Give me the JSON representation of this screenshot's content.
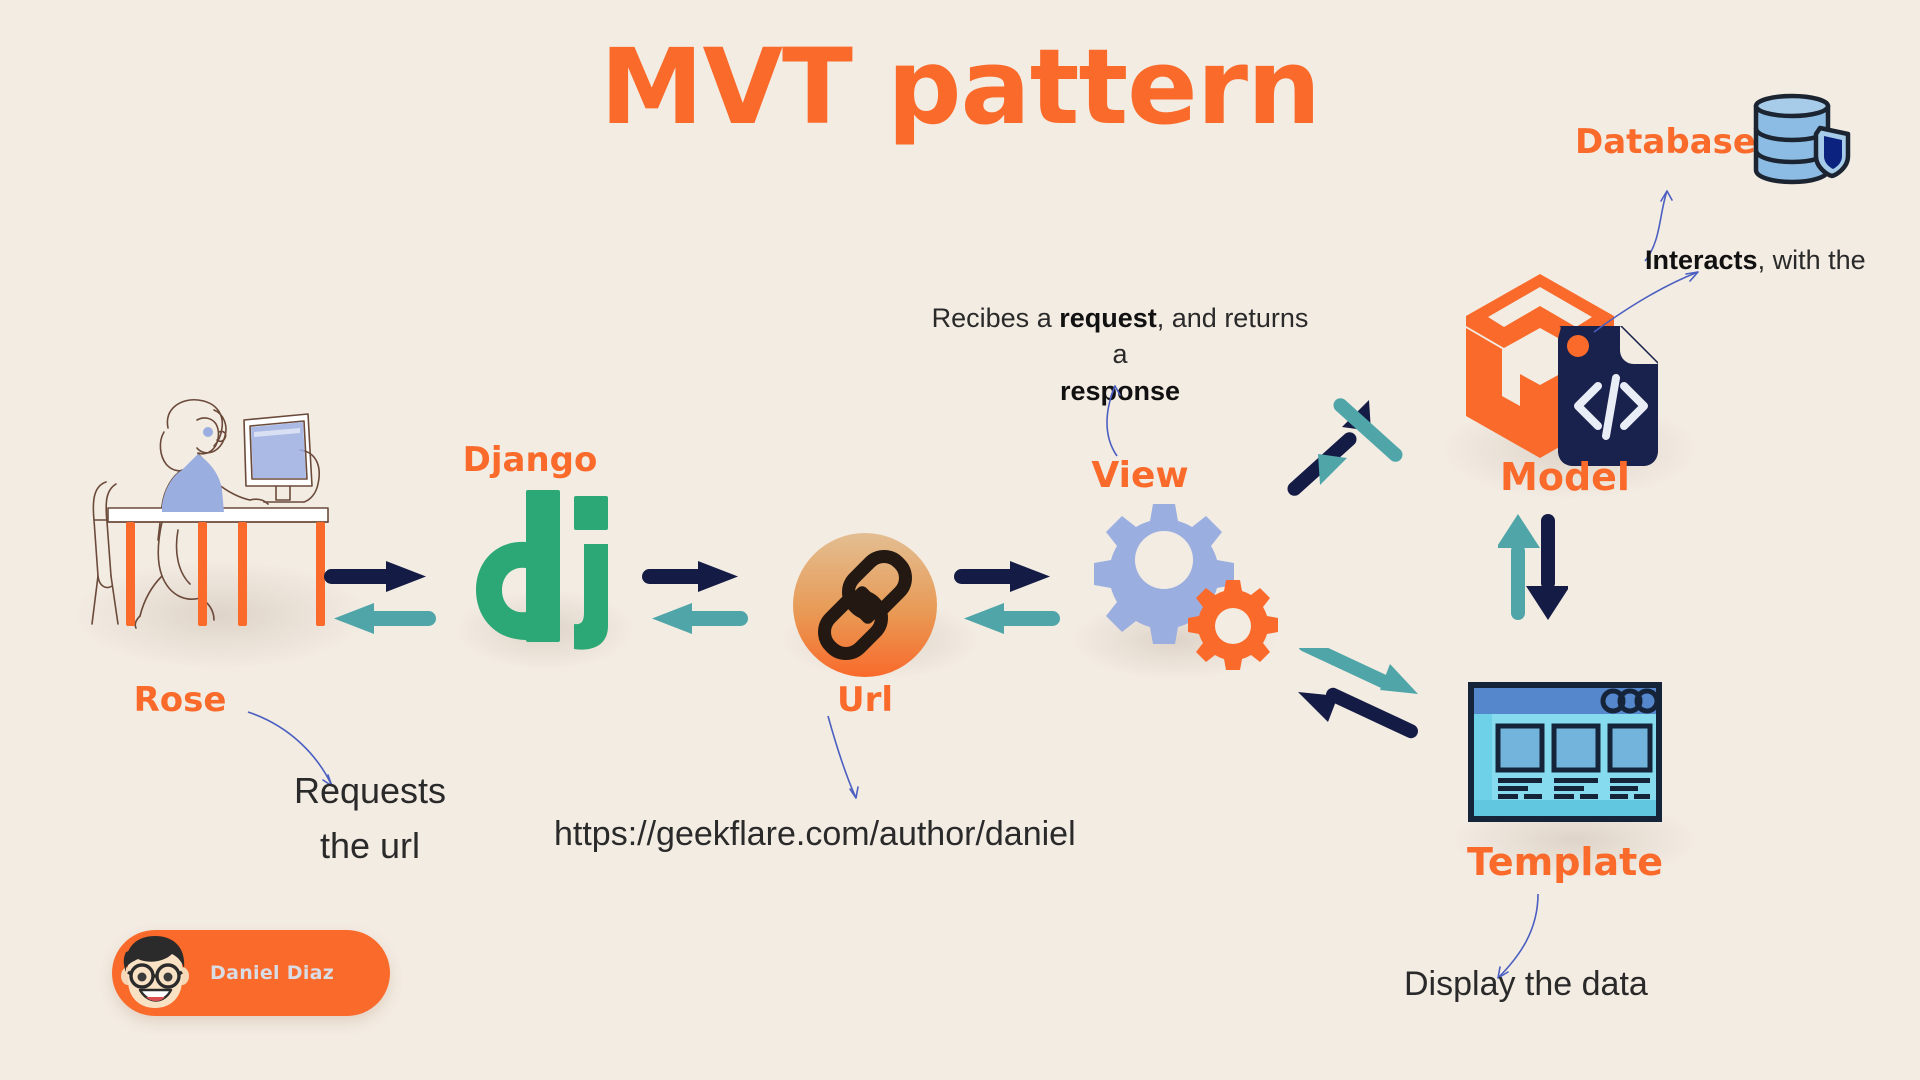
{
  "page": {
    "title": "MVT pattern",
    "background_color": "#F3ECE3",
    "accent_color": "#F96A2B",
    "navy_color": "#141B44",
    "teal_color": "#4FA5A8",
    "django_green": "#2BA876",
    "periwinkle": "#9BAEE0",
    "db_blue": "#8CBCE3",
    "template_cyan": "#6ED3E8"
  },
  "nodes": {
    "user": {
      "label": "Rose",
      "icon": "person-at-desk-icon"
    },
    "django": {
      "label": "Django",
      "icon": "django-logo-icon"
    },
    "url": {
      "label": "Url",
      "icon": "chain-link-icon"
    },
    "view": {
      "label": "View",
      "icon": "gears-icon"
    },
    "model": {
      "label": "Model",
      "icon": "cube-code-file-icon"
    },
    "template": {
      "label": "Template",
      "icon": "browser-window-icon"
    },
    "database": {
      "label": "Database",
      "icon": "database-shield-icon"
    }
  },
  "annotations": {
    "user_note_line1": "Requests",
    "user_note_line2": "the url",
    "url_value": "https://geekflare.com/author/daniel",
    "view_note_prefix": "Recibes a ",
    "view_note_bold1": "request",
    "view_note_middle": ", and returns a",
    "view_note_bold2": "response",
    "database_note_bold": "Interacts",
    "database_note_rest": ", with the",
    "template_note": "Display the data"
  },
  "author": {
    "name": "Daniel Diaz",
    "avatar_icon": "avatar-face-icon"
  }
}
